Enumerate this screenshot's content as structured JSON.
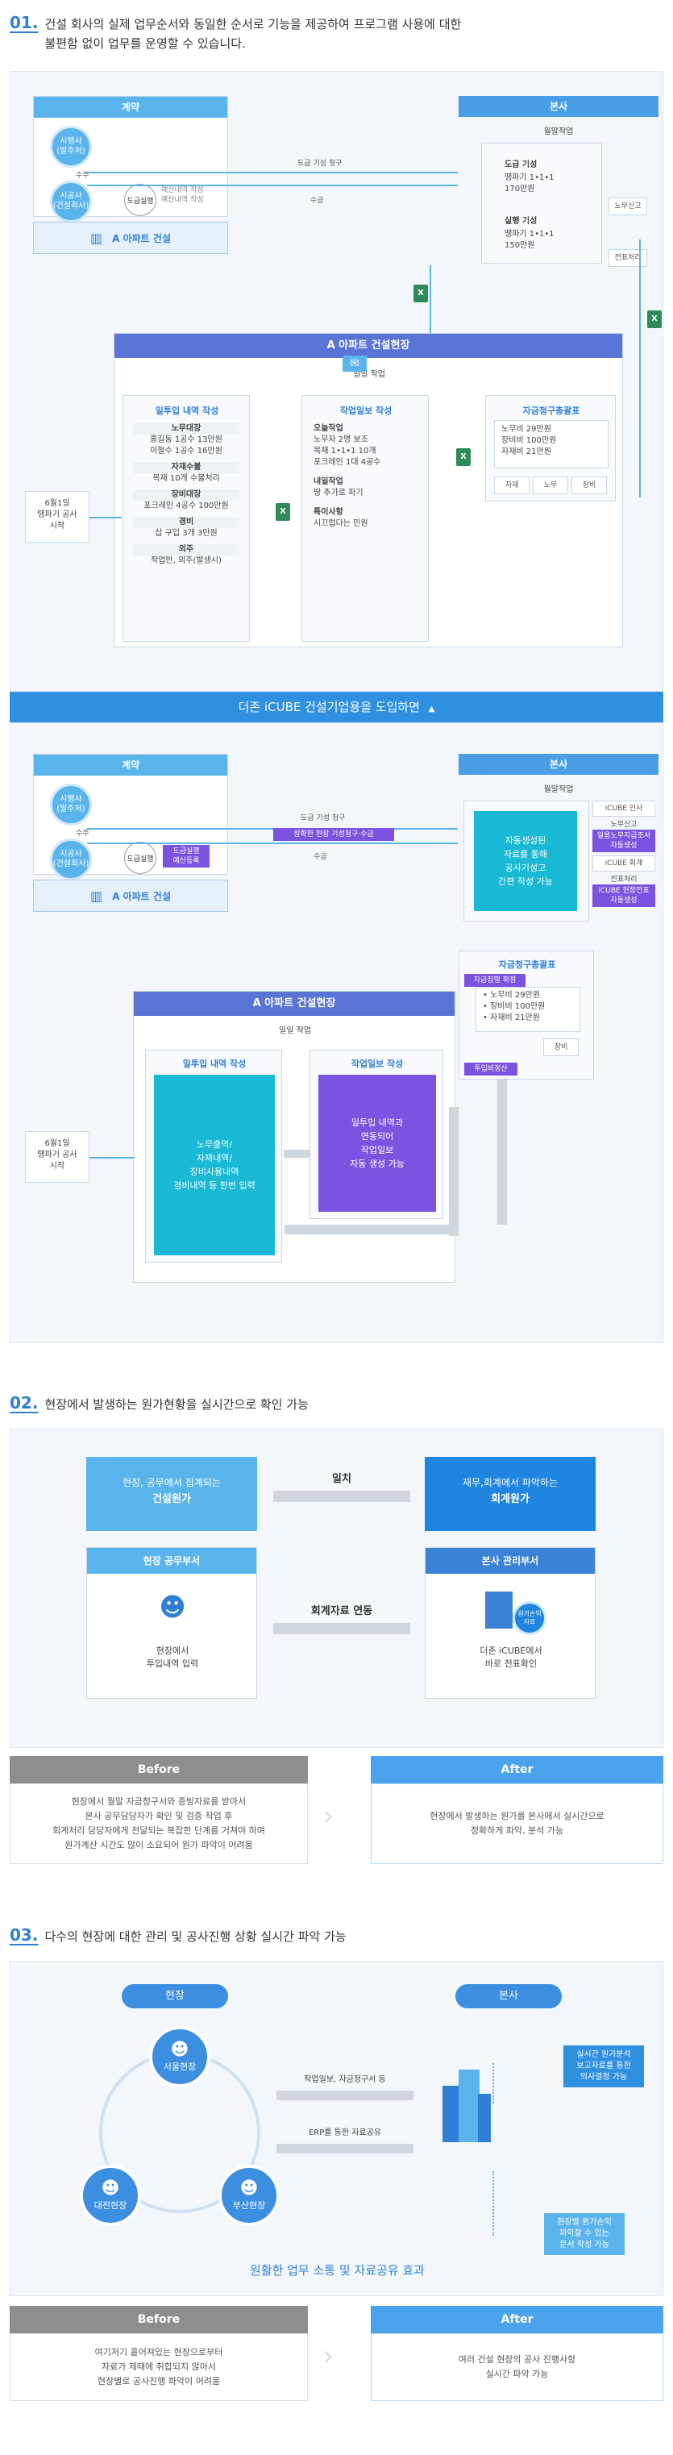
{
  "s1": {
    "num": "01.",
    "text_line1": "건설 회사의 실제 업무순서와 동일한 순서로 기능을 제공하여 프로그램 사용에 대한",
    "text_line2": "불편함 없이 업무를 운영할 수 있습니다.",
    "contract": "계약",
    "hq": "본사",
    "orderer": "시행사\n(발주처)",
    "contractor": "시공사\n(건설회사)",
    "sub_label": "수주",
    "subcontract": "도급실행",
    "budget_note": "예산내역 작성\n예산내역 작성",
    "apt": "A 아파트 건설",
    "claim": "도급 기성 청구",
    "receipt": "수금",
    "monthly": "월말작업",
    "dogeup_title": "도급 기성",
    "dogeup_body": "땡파기 1•1•1\n170만원",
    "silhaeng_title": "실행 기성",
    "silhaeng_body": "땡파기 1•1•1\n150만원",
    "labor_report": "노무신고",
    "slip": "전표처리",
    "site_title": "A 아파트 건설현장",
    "daily": "일일 작업",
    "input_title": "일투입 내역 작성",
    "labor_h": "노무대장",
    "labor_1": "홍길동 1공수 13만원",
    "labor_2": "이철수 1공수 16만원",
    "material_h": "자재수불",
    "material_1": "목재 10개 수불처리",
    "equip_h": "장비대장",
    "equip_1": "포크레인 4공수 100만원",
    "expense_h": "경비",
    "expense_1": "삽 구입 3개 3만원",
    "outsource_h": "외주",
    "outsource_1": "작업반, 외주(발생시)",
    "daily_title": "작업일보 작성",
    "today_h": "오늘작업",
    "today_1": "노무자 2명 보조",
    "today_2": "목재 1•1•1 10개",
    "today_3": "포크레인 1대 4공수",
    "tomorrow_h": "내일작업",
    "tomorrow_1": "땅 추가로 파기",
    "special_h": "특이사항",
    "special_1": "시끄럽다는 민원",
    "fund_title": "자금청구총괄표",
    "fund_1": "노무비 29만원",
    "fund_2": "장비비 100만원",
    "fund_3": "자재비 21만원",
    "tab_material": "자재",
    "tab_labor": "노무",
    "tab_equip": "장비",
    "start": "6월1일\n땡파기 공사\n시작",
    "excel": "X"
  },
  "banner": {
    "text": "더존 iCUBE 건설기업용을 도입하면",
    "arrow": "▲"
  },
  "s1b": {
    "contract": "계약",
    "hq": "본사",
    "orderer": "시행사\n(발주처)",
    "contractor": "시공사\n(건설회사)",
    "sub_label": "수주",
    "subcontract": "도급실행",
    "budget_tag": "도급실행\n예산등록",
    "apt": "A 아파트 건설",
    "claim": "도급 기성 청구",
    "auto_tag": "정확한 현장 기성청구·수금",
    "receipt": "수금",
    "monthly": "월말작업",
    "auto_block": "자동생성된\n자료를 통해\n공사기성고\n간편 작성 가능",
    "icube_hr": "iCUBE 인사",
    "labor_report": "노무신고",
    "labor_tag": "일용노무지급조서\n자동생성",
    "icube_acc": "iCUBE 회계",
    "slip": "전표처리",
    "slip_tag": "iCUBE 현장전표\n자동생성",
    "site_title": "A 아파트 건설현장",
    "daily": "일일 작업",
    "input_title": "일투입 내역 작성",
    "input_block": "노무출역/\n자재내역/\n장비사용내역\n경비내역 등 한번 입력",
    "daily_title": "작업일보 작성",
    "daily_block": "일투입 내역과\n연동되어\n작업일보\n자동 생성 가능",
    "fund_title": "자금청구총괄표",
    "fund_tag": "자금집행 확정",
    "fund_1": "• 노무비 29만원",
    "fund_2": "• 장비비 100만원",
    "fund_3": "• 자재비 21만원",
    "tab_equip": "장비",
    "settle_tag": "투입비정산",
    "start": "6월1일\n땡파기 공사\n시작"
  },
  "s2": {
    "num": "02.",
    "text": "현장에서 발생하는 원가현황을 실시간으로 확인 가능",
    "left_top": "현장, 공무에서 집계되는",
    "left_bold": "건설원가",
    "match": "일치",
    "right_top": "재무,회계에서 파악하는",
    "right_bold": "회계원가",
    "site_dept": "현장 공무부서",
    "site_desc": "현장에서\n투입내역 입력",
    "link": "회계자료 연동",
    "hq_dept": "본사 관리부서",
    "hq_badge": "원가손익\n자료",
    "hq_desc": "더존 iCUBE에서\n바로 전표확인",
    "before_h": "Before",
    "before_body": "현장에서 월말 자금청구서와 증빙자료를 받아서\n본사 공무담당자가 확인 및 검증 작업 후\n회계처리 담당자에게 전달되는 복잡한 단계를 거쳐야 하며\n원가계산 시간도 많이 소요되어 원가 파악이 어려움",
    "after_h": "After",
    "after_body": "현장에서 발생하는 원가를 본사에서 실시간으로\n정확하게 파악, 분석 가능"
  },
  "s3": {
    "num": "03.",
    "text": "다수의 현장에 대한 관리 및 공사진행 상황 실시간 파악 가능",
    "site": "현장",
    "hq": "본사",
    "seoul": "서울현장",
    "daejeon": "대전현장",
    "busan": "부산현장",
    "arrow1": "작업일보, 자금청구서 등",
    "arrow2": "ERP를 통한 자료공유",
    "tag1": "실시간 원가분석\n보고자료를 통한\n의사결정 가능",
    "tag2": "현장별 원가손익\n파악할 수 있는\n문서 작성 가능",
    "effect": "원활한 업무 소통 및 자료공유 효과",
    "before_h": "Before",
    "before_body": "여기저기 흩어져있는 현장으로부터\n자료가 제때에 취합되지 않아서\n현장별로 공사진행 파악이 어려움",
    "after_h": "After",
    "after_body": "여러 건설 현장의 공사 진행사항\n실시간 파악 가능"
  }
}
